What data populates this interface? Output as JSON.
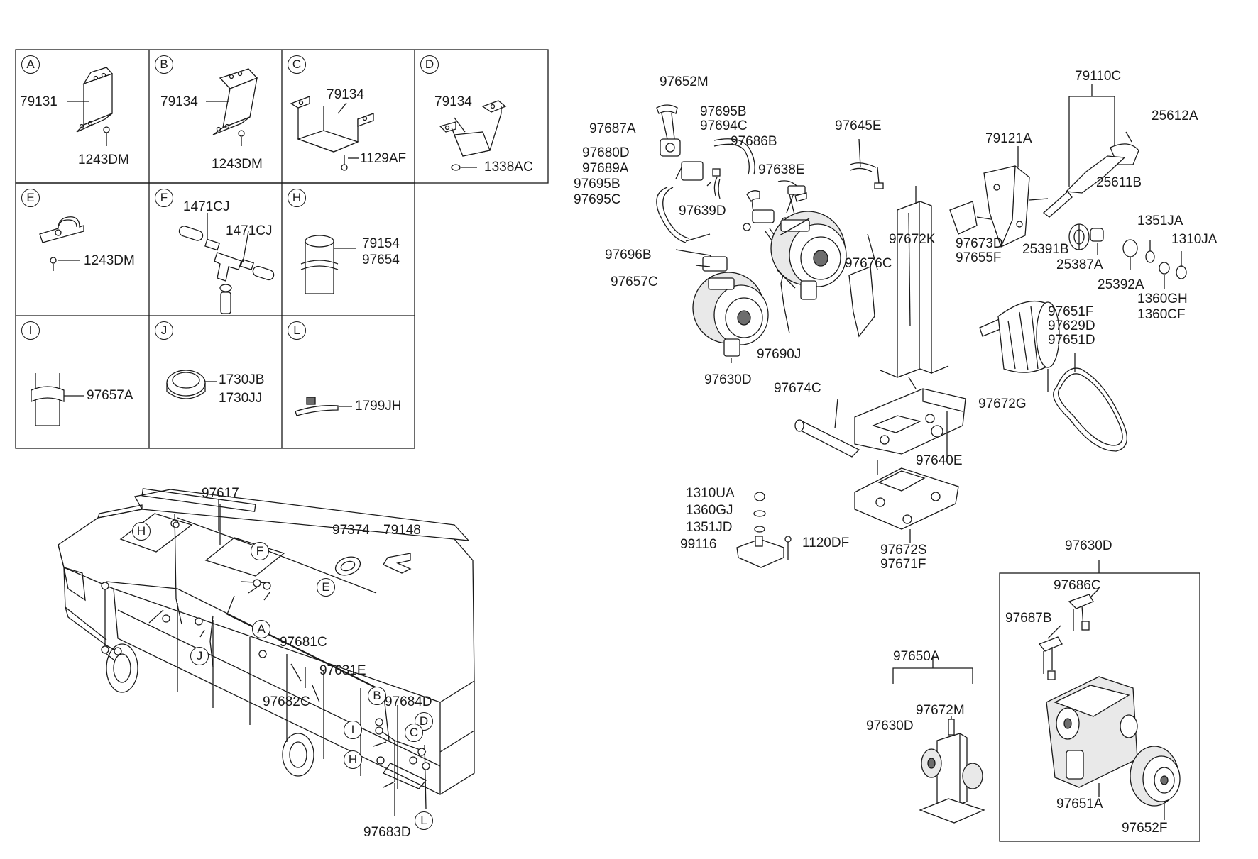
{
  "grid": {
    "cells": [
      {
        "letter": "A",
        "parts": [
          "79131",
          "1243DM"
        ]
      },
      {
        "letter": "B",
        "parts": [
          "79134",
          "1243DM"
        ]
      },
      {
        "letter": "C",
        "parts": [
          "79134",
          "1129AF"
        ]
      },
      {
        "letter": "D",
        "parts": [
          "79134",
          "1338AC"
        ]
      },
      {
        "letter": "E",
        "parts": [
          "1243DM"
        ]
      },
      {
        "letter": "F",
        "parts": [
          "1471CJ",
          "1471CJ"
        ]
      },
      {
        "letter": "H",
        "parts": [
          "79154",
          "97654"
        ]
      },
      {
        "letter": "I",
        "parts": [
          "97657A"
        ]
      },
      {
        "letter": "J",
        "parts": [
          "1730JB",
          "1730JJ"
        ]
      },
      {
        "letter": "L",
        "parts": [
          "1799JH"
        ]
      }
    ]
  },
  "bus": {
    "title_part": "97617",
    "callouts": {
      "h1": "H",
      "f": "F",
      "e": "E",
      "a": "A",
      "j": "J",
      "b": "B",
      "d": "D",
      "i": "I",
      "c": "C",
      "h2": "H",
      "l": "L"
    },
    "parts": {
      "p97374": "97374",
      "p79148": "79148",
      "p97681C": "97681C",
      "p97631E": "97631E",
      "p97682C": "97682C",
      "p97684D": "97684D",
      "p97683D": "97683D"
    }
  },
  "compressor": {
    "parts": {
      "p97652M": "97652M",
      "p97687A": "97687A",
      "p97680D": "97680D",
      "p97689A": "97689A",
      "p97695B_1": "97695B",
      "p97695C": "97695C",
      "p97695B_2": "97695B",
      "p97694C": "97694C",
      "p97686B": "97686B",
      "p97638E": "97638E",
      "p97639D": "97639D",
      "p97645E": "97645E",
      "p97696B": "97696B",
      "p97657C": "97657C",
      "p97630D": "97630D",
      "p97690J": "97690J",
      "p97676C": "97676C",
      "p97672K": "97672K",
      "p97673D": "97673D",
      "p97655F": "97655F",
      "p79121A": "79121A",
      "p79110C": "79110C",
      "p25612A": "25612A",
      "p25611B": "25611B",
      "p25391B": "25391B",
      "p25387A": "25387A",
      "p25392A": "25392A",
      "p1351JA": "1351JA",
      "p1310JA": "1310JA",
      "p1360GH": "1360GH",
      "p1360CF": "1360CF",
      "p97651F": "97651F",
      "p97629D": "97629D",
      "p97651D": "97651D",
      "p97672G": "97672G",
      "p97674C": "97674C",
      "p97640E": "97640E",
      "p1310UA": "1310UA",
      "p1360GJ": "1360GJ",
      "p1351JD": "1351JD",
      "p99116": "99116",
      "p1120DF": "1120DF",
      "p97672S": "97672S",
      "p97671F": "97671F"
    }
  },
  "assembly": {
    "parts": {
      "p97650A": "97650A",
      "p97630D_a": "97630D",
      "p97672M": "97672M",
      "p97630D_box": "97630D",
      "p97686C": "97686C",
      "p97687B": "97687B",
      "p97651A": "97651A",
      "p97652F": "97652F"
    }
  }
}
